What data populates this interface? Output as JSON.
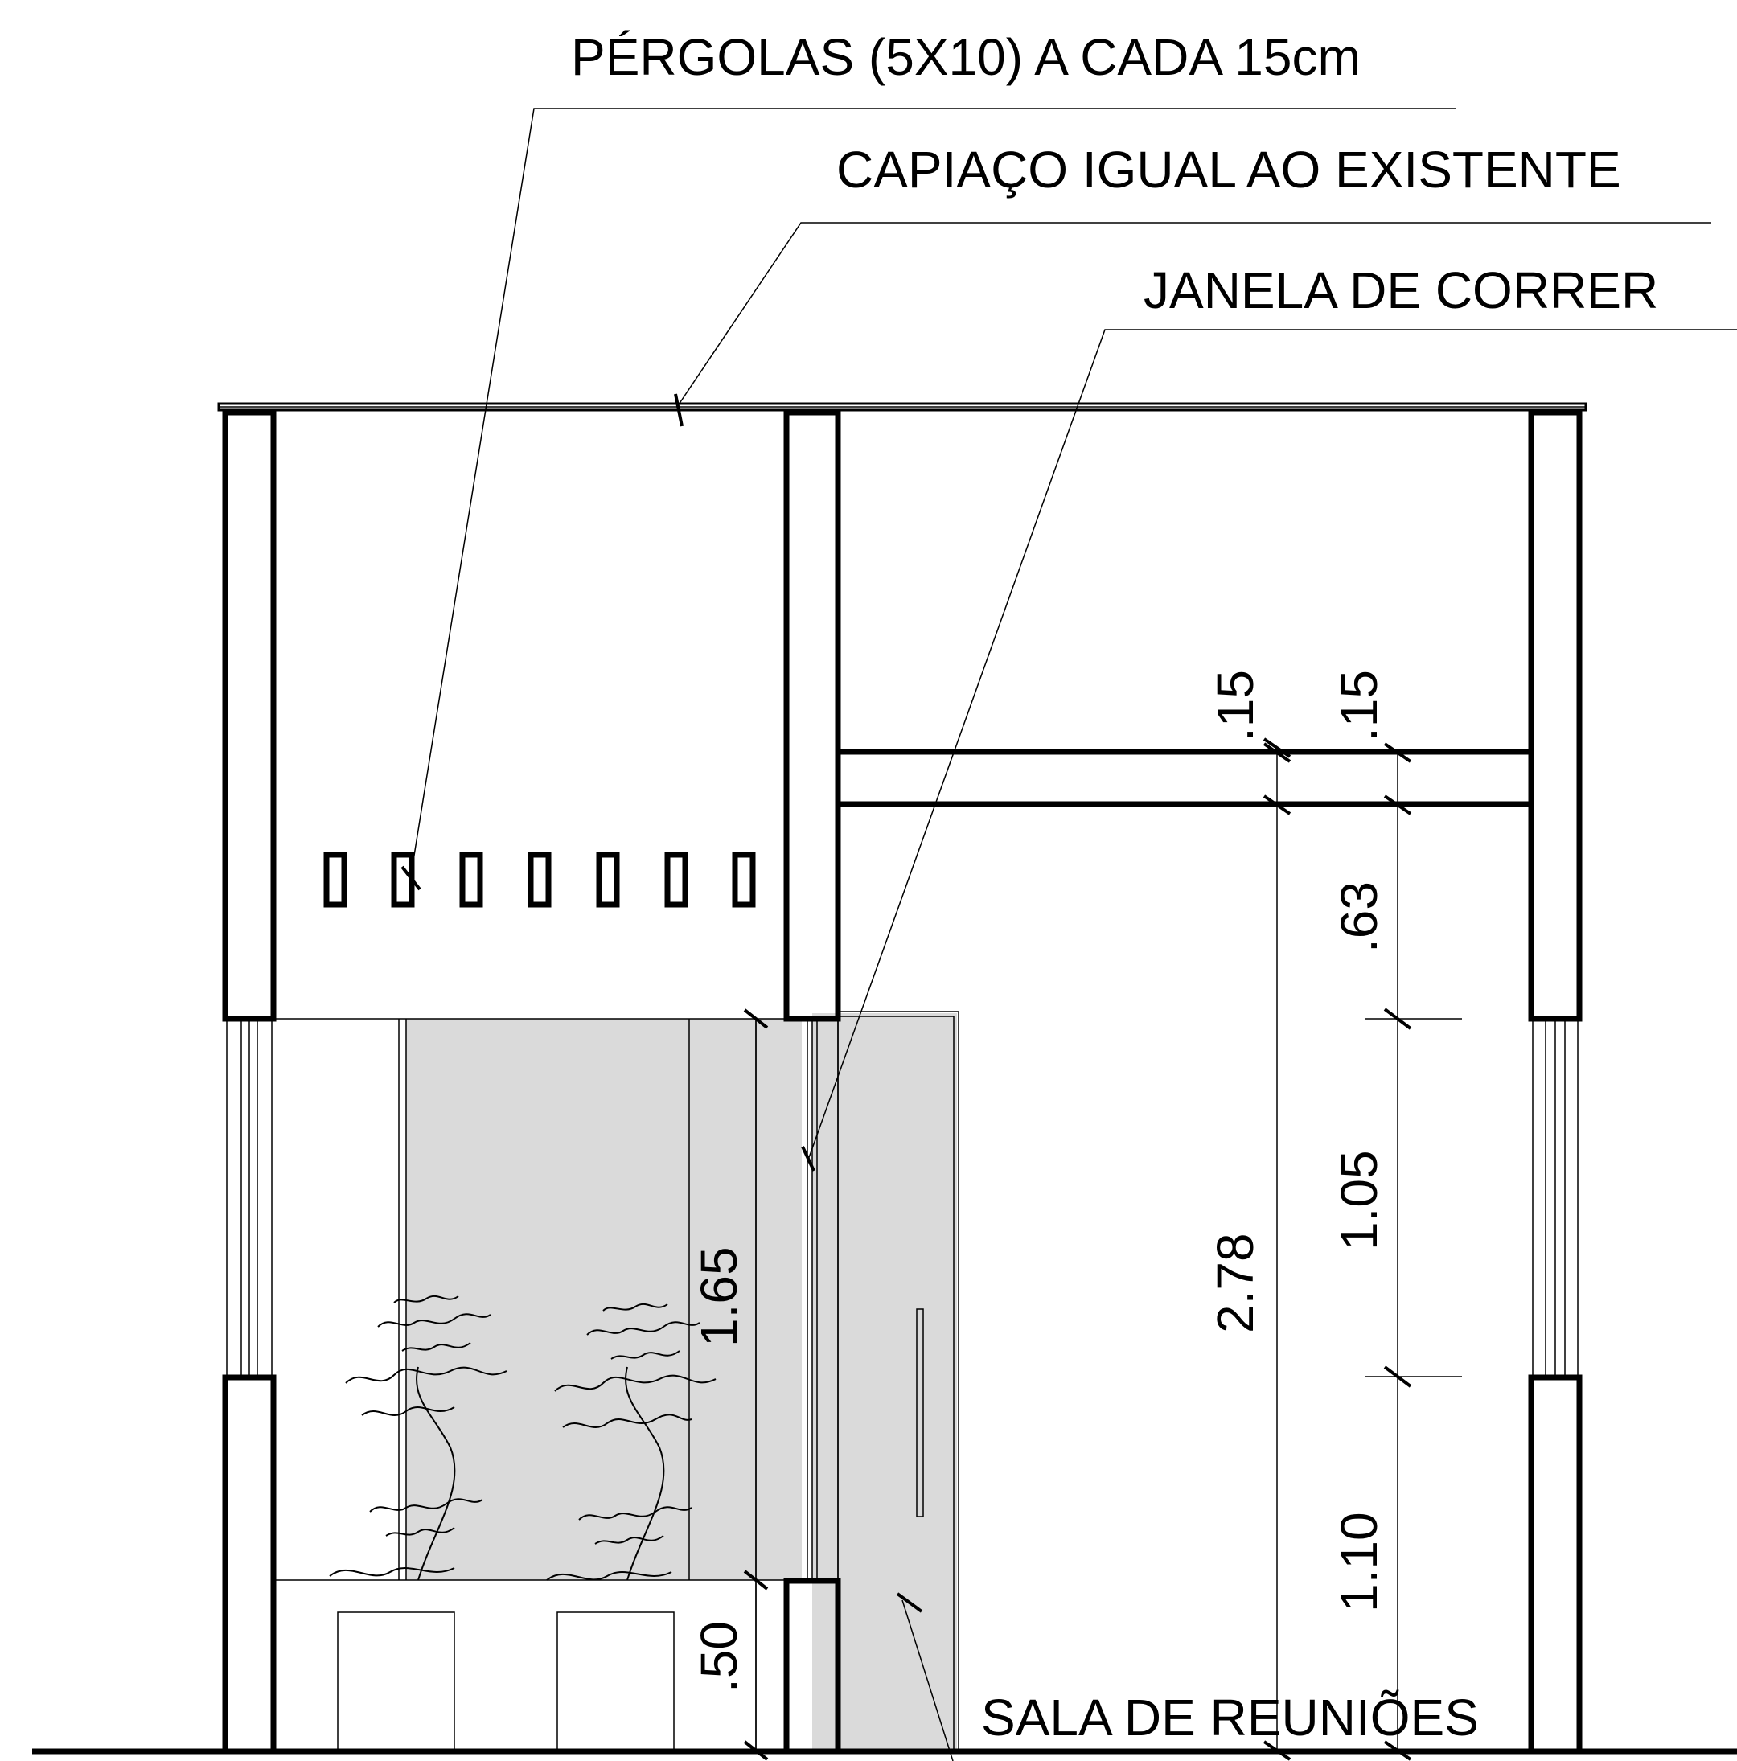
{
  "drawing": {
    "callouts": {
      "pergolas": "PÉRGOLAS (5X10) A CADA 15cm",
      "capiaco": "CAPIAÇO IGUAL AO EXISTENTE",
      "janela": "JANELA DE CORRER",
      "sala": "SALA DE REUNIÕES"
    },
    "dimensions": {
      "upper_15_left": ".15",
      "upper_15_right": ".15",
      "d063": ".63",
      "d105": "1.05",
      "d110": "1.10",
      "d278": "2.78",
      "d165": "1.65",
      "d050": ".50"
    }
  }
}
